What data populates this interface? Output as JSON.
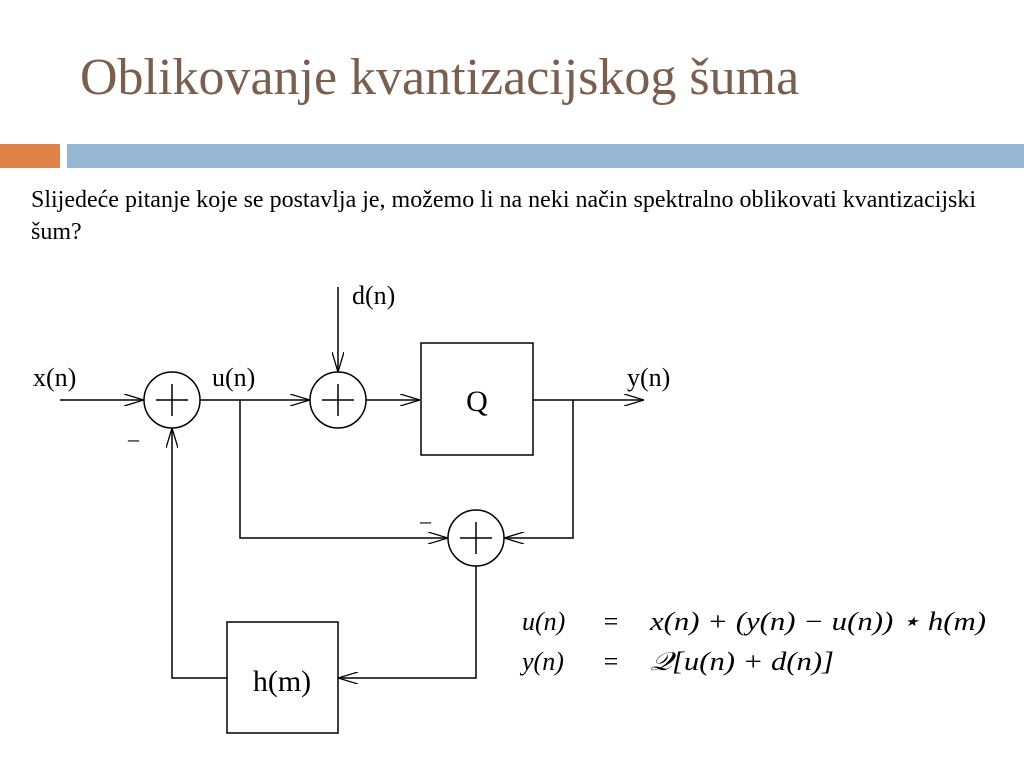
{
  "slide": {
    "title": "Oblikovanje kvantizacijskog šuma",
    "body": "Slijedeće pitanje koje se postavlja je, možemo li na neki način spektralno oblikovati kvantizacijski šum?"
  },
  "diagram": {
    "signals": {
      "x": "x(n)",
      "u": "u(n)",
      "d": "d(n)",
      "y": "y(n)"
    },
    "blocks": {
      "quantizer": "Q",
      "filter": "h(m)"
    },
    "minus_sign": "–",
    "colors": {
      "title": "#7a5e4e",
      "accent_orange": "#df8248",
      "accent_blue": "#95b7d3"
    }
  },
  "equations": [
    {
      "lhs": "u(n)",
      "op": "=",
      "rhs": "x(n) + (y(n) − u(n)) ⋆ h(m)"
    },
    {
      "lhs": "y(n)",
      "op": "=",
      "rhs": "𝒬[u(n) + d(n)]"
    }
  ]
}
